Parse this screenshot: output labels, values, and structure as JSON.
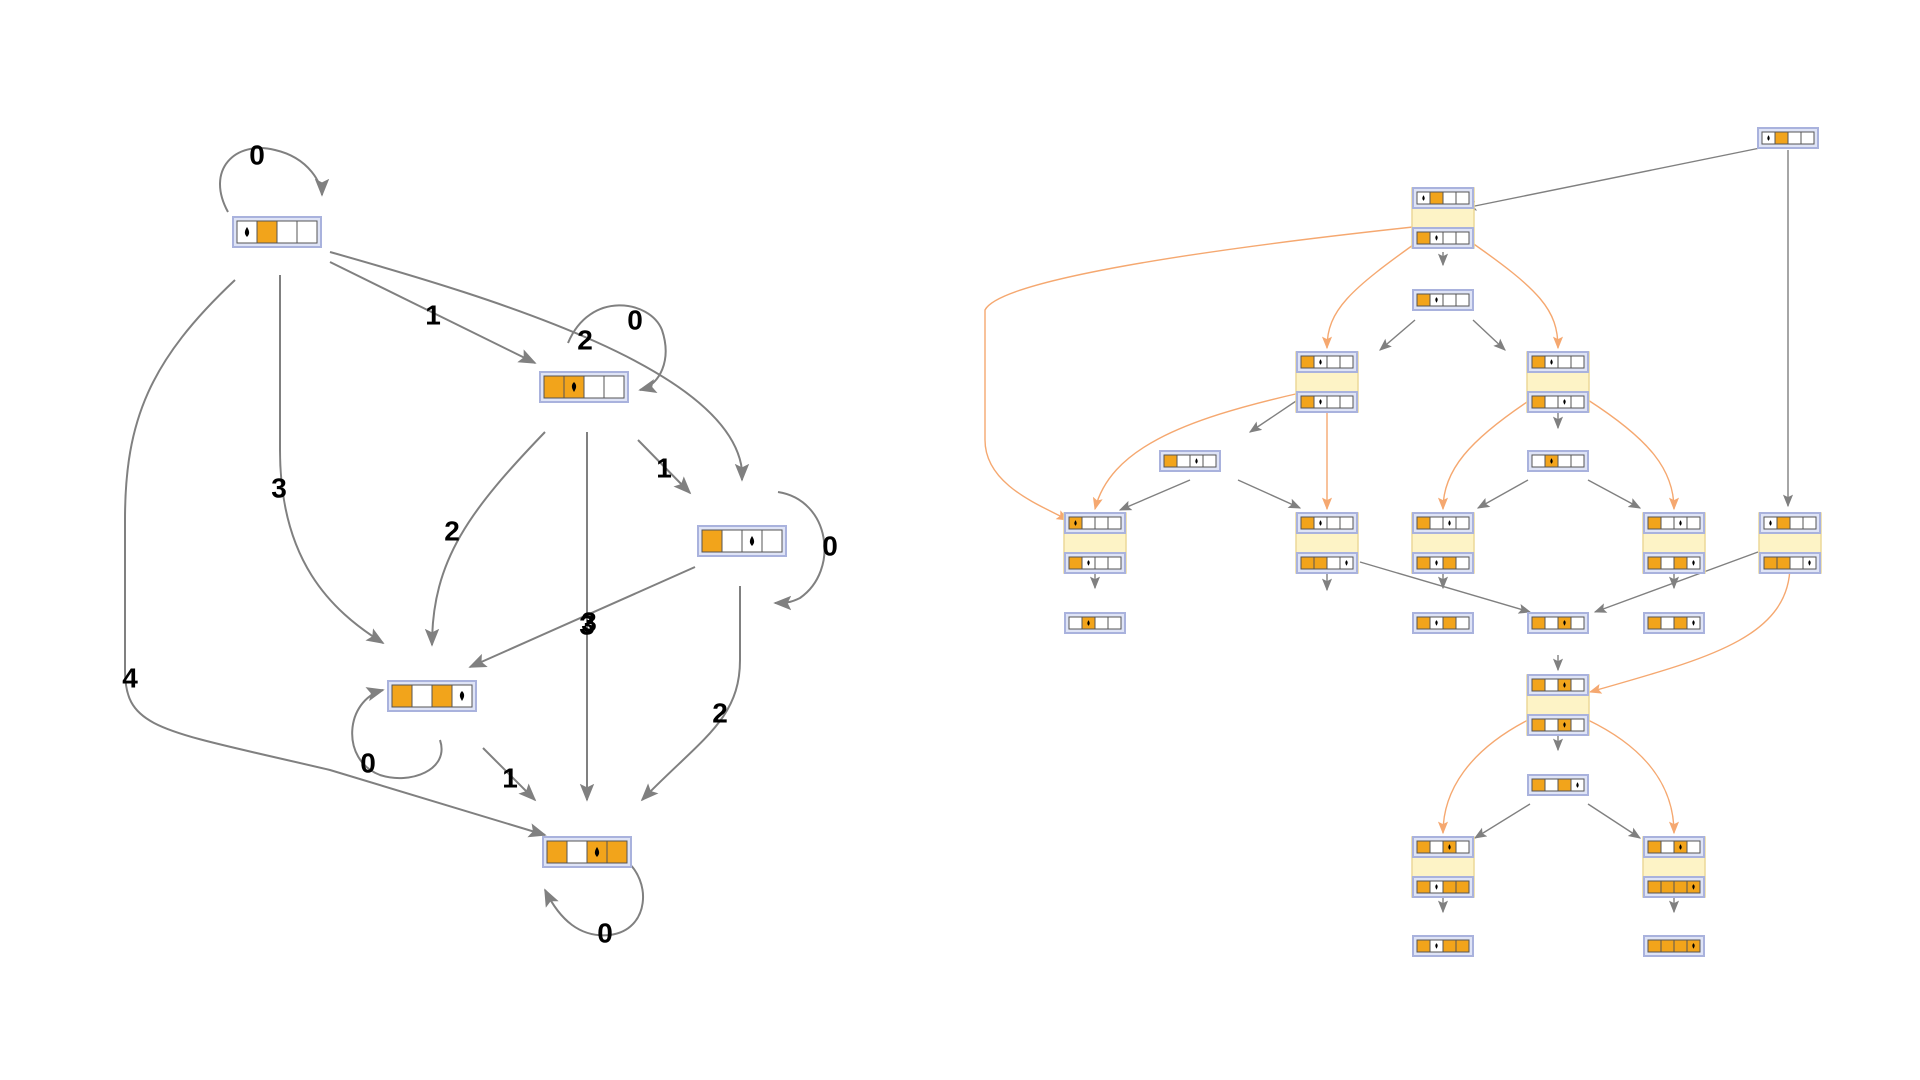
{
  "colors": {
    "edge": "#808080",
    "orange_edge": "#f5a870",
    "cell_filled": "#f2a41b",
    "cell_empty": "#ffffff",
    "state_border": "#a9b2dd",
    "state_fill": "#dfe4f6",
    "group_fill": "#fdf3c6",
    "group_border": "#ecd898",
    "head": "#000000"
  },
  "left_graph": {
    "states": [
      {
        "id": "A",
        "cells": [
          0,
          1,
          0,
          0
        ],
        "head": 0,
        "head_dir": "up"
      },
      {
        "id": "B",
        "cells": [
          1,
          1,
          0,
          0
        ],
        "head": 1,
        "head_dir": "down"
      },
      {
        "id": "C",
        "cells": [
          1,
          0,
          0,
          0
        ],
        "head": 2,
        "head_dir": "up"
      },
      {
        "id": "D",
        "cells": [
          1,
          0,
          1,
          0
        ],
        "head": 3,
        "head_dir": "down"
      },
      {
        "id": "E",
        "cells": [
          1,
          0,
          1,
          1
        ],
        "head": 2,
        "head_dir": "up"
      }
    ],
    "edges": [
      {
        "from": "A",
        "to": "A",
        "label": "0"
      },
      {
        "from": "A",
        "to": "B",
        "label": "1"
      },
      {
        "from": "A",
        "to": "C",
        "label": "2"
      },
      {
        "from": "A",
        "to": "D",
        "label": "3"
      },
      {
        "from": "A",
        "to": "E",
        "label": "4"
      },
      {
        "from": "B",
        "to": "B",
        "label": "0"
      },
      {
        "from": "B",
        "to": "C",
        "label": "1"
      },
      {
        "from": "B",
        "to": "D",
        "label": "2"
      },
      {
        "from": "B",
        "to": "E",
        "label": "3"
      },
      {
        "from": "C",
        "to": "C",
        "label": "0"
      },
      {
        "from": "C",
        "to": "D",
        "label": "3"
      },
      {
        "from": "C",
        "to": "E",
        "label": "2"
      },
      {
        "from": "D",
        "to": "D",
        "label": "0"
      },
      {
        "from": "D",
        "to": "E",
        "label": "1"
      },
      {
        "from": "E",
        "to": "E",
        "label": "0"
      }
    ]
  },
  "right_graph": {
    "states": [
      {
        "id": "s0",
        "cells": [
          0,
          1,
          0,
          0
        ],
        "head": 0,
        "head_dir": "up"
      },
      {
        "id": "s1",
        "cells": [
          1,
          1,
          0,
          0
        ],
        "head": 1,
        "head_dir": "down"
      },
      {
        "id": "s2",
        "cells": [
          1,
          0,
          0,
          0
        ],
        "head": 1,
        "head_dir": "down"
      },
      {
        "id": "s3",
        "cells": [
          1,
          0,
          0,
          0
        ],
        "head": 2,
        "head_dir": "up"
      },
      {
        "id": "s4",
        "cells": [
          0,
          1,
          0,
          0
        ],
        "head": 1,
        "head_dir": "up"
      },
      {
        "id": "s5",
        "cells": [
          1,
          0,
          1,
          0
        ],
        "head": 1,
        "head_dir": "down"
      },
      {
        "id": "s6",
        "cells": [
          1,
          0,
          1,
          0
        ],
        "head": 3,
        "head_dir": "down"
      },
      {
        "id": "s7",
        "cells": [
          1,
          1,
          0,
          0
        ],
        "head": 2,
        "head_dir": "down"
      },
      {
        "id": "s8",
        "cells": [
          1,
          0,
          1,
          0
        ],
        "head": 2,
        "head_dir": "up"
      },
      {
        "id": "s9",
        "cells": [
          1,
          0,
          1,
          1
        ],
        "head": 1,
        "head_dir": "down"
      },
      {
        "id": "s10",
        "cells": [
          1,
          1,
          1,
          1
        ],
        "head": 3,
        "head_dir": "down"
      }
    ],
    "groups": [
      {
        "id": "g1",
        "top": [
          0,
          1,
          0,
          0
        ],
        "top_head": 0,
        "bottom": [
          1,
          0,
          0,
          0
        ],
        "bottom_head": 1
      },
      {
        "id": "g2",
        "top": [
          1,
          0,
          0,
          0
        ],
        "top_head": 1,
        "bottom": [
          1,
          0,
          0,
          0
        ],
        "bottom_head": 1
      },
      {
        "id": "g3",
        "top": [
          1,
          0,
          0,
          0
        ],
        "top_head": 1,
        "bottom": [
          1,
          0,
          0,
          0
        ],
        "bottom_head": 2
      },
      {
        "id": "g4",
        "top": [
          1,
          0,
          0,
          0
        ],
        "top_head": 0,
        "bottom": [
          1,
          0,
          0,
          0
        ],
        "bottom_head": 1
      },
      {
        "id": "g5",
        "top": [
          1,
          0,
          0,
          0
        ],
        "top_head": 1,
        "bottom": [
          1,
          1,
          0,
          0
        ],
        "bottom_head": 3
      },
      {
        "id": "g6",
        "top": [
          1,
          0,
          0,
          0
        ],
        "top_head": 2,
        "bottom": [
          1,
          0,
          1,
          0
        ],
        "bottom_head": 1
      },
      {
        "id": "g7",
        "top": [
          1,
          0,
          0,
          0
        ],
        "top_head": 2,
        "bottom": [
          1,
          0,
          1,
          0
        ],
        "bottom_head": 3
      },
      {
        "id": "g8",
        "top": [
          0,
          1,
          0,
          0
        ],
        "top_head": 0,
        "bottom": [
          1,
          1,
          0,
          0
        ],
        "bottom_head": 3
      },
      {
        "id": "g9",
        "top": [
          1,
          0,
          1,
          0
        ],
        "top_head": 2,
        "bottom": [
          1,
          0,
          1,
          0
        ],
        "bottom_head": 2
      },
      {
        "id": "g10",
        "top": [
          1,
          0,
          1,
          0
        ],
        "top_head": 2,
        "bottom": [
          1,
          0,
          1,
          1
        ],
        "bottom_head": 1
      },
      {
        "id": "g11",
        "top": [
          1,
          0,
          1,
          0
        ],
        "top_head": 2,
        "bottom": [
          1,
          1,
          1,
          1
        ],
        "bottom_head": 3
      }
    ]
  }
}
